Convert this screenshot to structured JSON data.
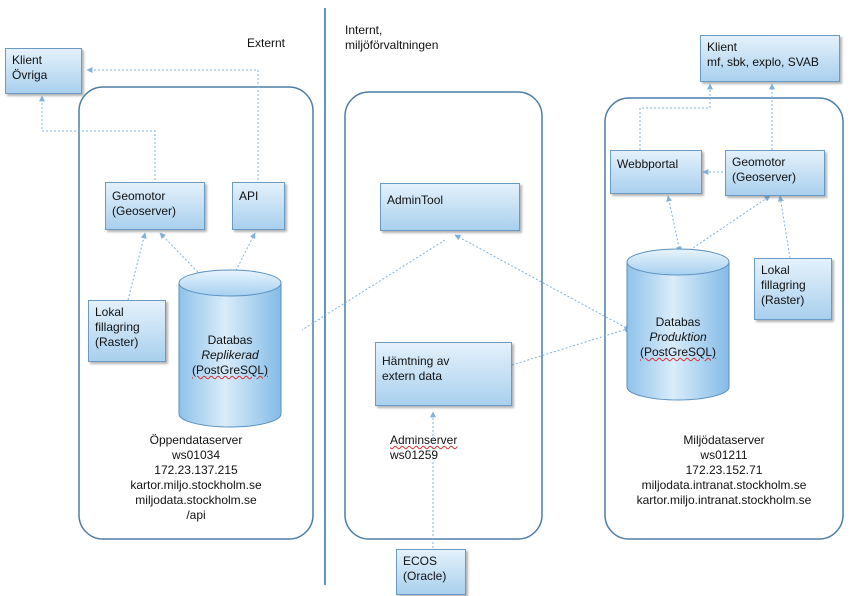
{
  "zones": {
    "external": "Externt",
    "internal_line1": "Internt,",
    "internal_line2": "miljöförvaltningen"
  },
  "left": {
    "client_line1": "Klient",
    "client_line2": "Övriga",
    "geomotor_line1": "Geomotor",
    "geomotor_line2": "(Geoserver)",
    "api": "API",
    "storage_line1": "Lokal",
    "storage_line2": "fillagring",
    "storage_line3": "(Raster)",
    "db_line1": "Databas",
    "db_line2": "Replikerad",
    "db_line3": "(PostGreSQL)",
    "server_lines": [
      "Öppendataserver",
      "ws01034",
      "172.23.137.215",
      "kartor.miljo.stockholm.se",
      "miljodata.stockholm.se",
      "/api"
    ]
  },
  "middle": {
    "admintool": "AdminTool",
    "fetch_line1": "Hämtning av",
    "fetch_line2": "extern data",
    "server_line1": "Adminserver",
    "server_line2": "ws01259",
    "ecos_line1": "ECOS",
    "ecos_line2": "(Oracle)"
  },
  "right": {
    "client_line1": "Klient",
    "client_line2": "mf, sbk, explo, SVAB",
    "portal": "Webbportal",
    "geomotor_line1": "Geomotor",
    "geomotor_line2": "(Geoserver)",
    "storage_line1": "Lokal",
    "storage_line2": "fillagring",
    "storage_line3": "(Raster)",
    "db_line1": "Databas",
    "db_line2": "Produktion",
    "db_line3": "(PostGreSQL)",
    "server_lines": [
      "Miljödataserver",
      "ws01211",
      "172.23.152.71",
      "miljodata.intranat.stockholm.se",
      "kartor.miljo.intranat.stockholm.se"
    ]
  },
  "colors": {
    "box_border": "#6a9bc5",
    "box_fill_top": "#e4f1fb",
    "box_fill_bottom": "#a9d0ee",
    "server_border": "#4a7ea8",
    "divider": "#5f95c2",
    "connector": "#7fb3dd"
  }
}
